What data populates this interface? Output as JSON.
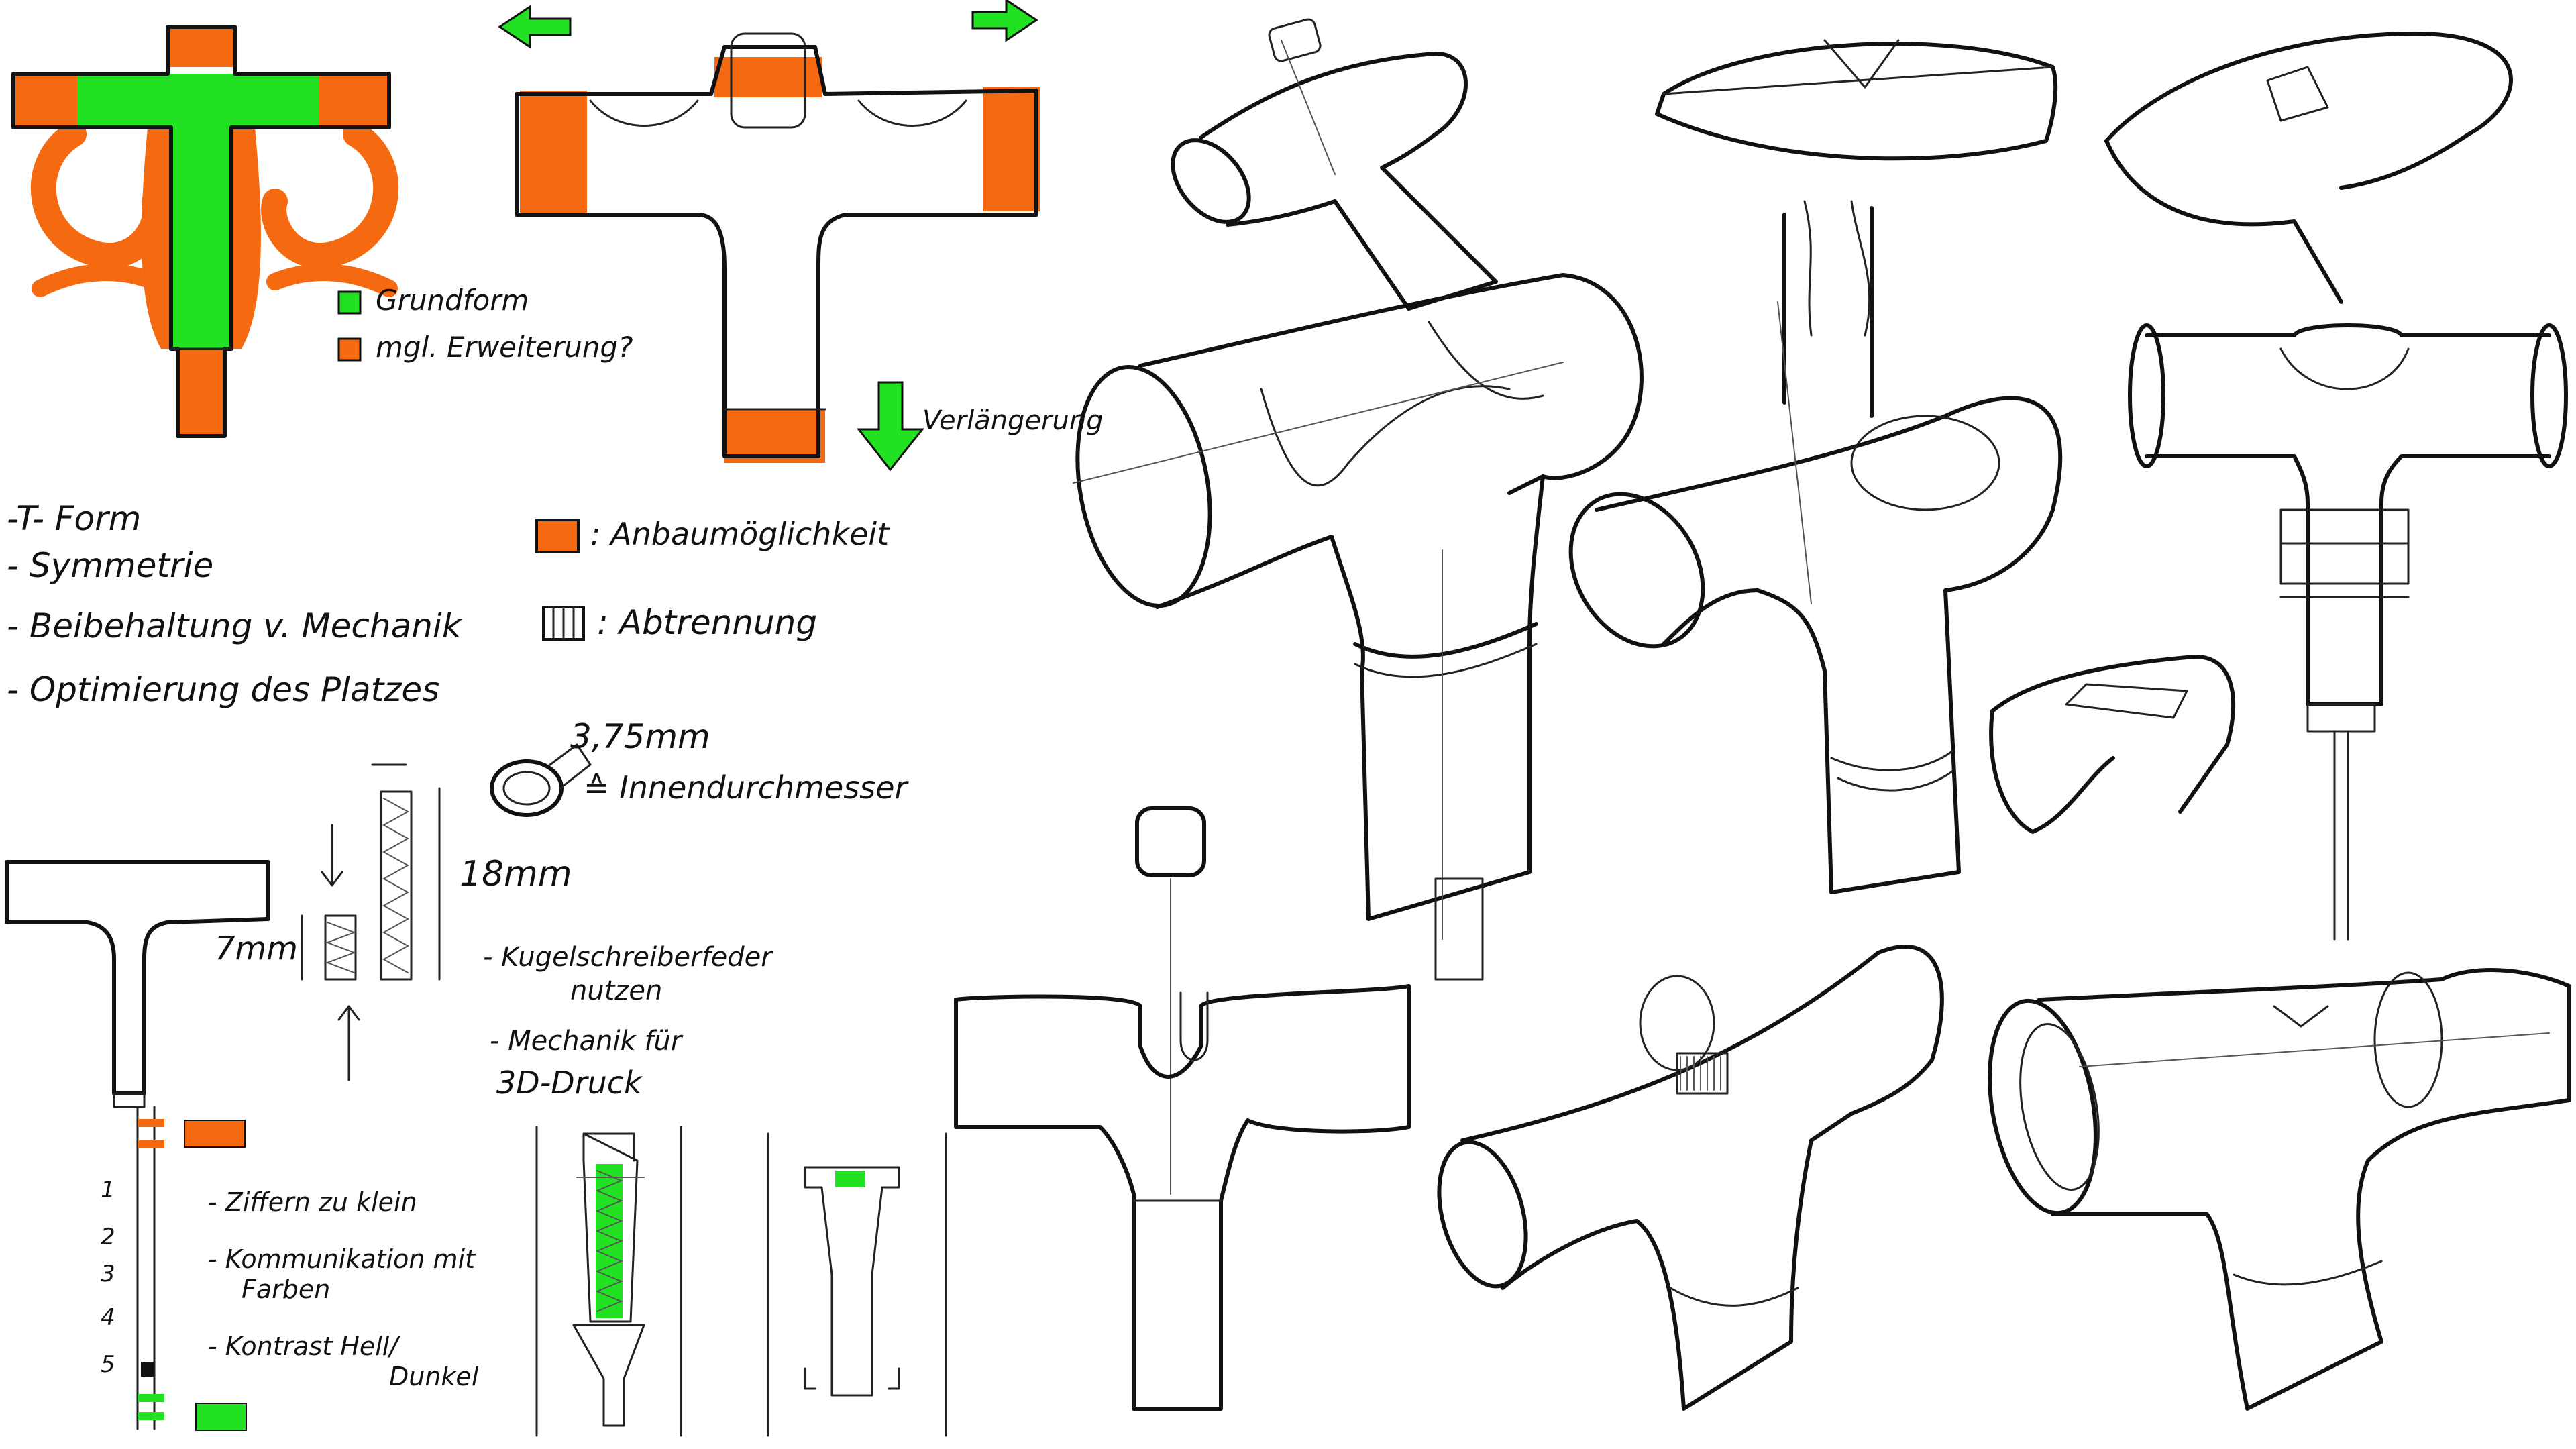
{
  "colors": {
    "ink": "#111111",
    "green": "#22e022",
    "orange": "#f56a10",
    "paper": "#ffffff"
  },
  "legend": {
    "green_label": "Grundform",
    "orange_label": "mgl. Erweiterung?"
  },
  "annotations": {
    "extension": "Verlängerung",
    "mount_legend": ": Anbaumöglichkeit",
    "separation_legend": ": Abtrennung",
    "inner_diameter_value": "3,75mm",
    "inner_diameter_label": "≙ Innendurchmesser",
    "height_18": "18mm",
    "height_7": "7mm",
    "spring_note_1": "- Kugelschreiberfeder",
    "spring_note_1b": "nutzen",
    "spring_note_2": "- Mechanik für",
    "spring_note_2b": "3D-Druck"
  },
  "requirements": [
    "-T- Form",
    "- Symmetrie",
    "- Beibehaltung v. Mechanik",
    "- Optimierung des Platzes"
  ],
  "scale_numbers": [
    "1",
    "2",
    "3",
    "4",
    "5"
  ],
  "scale_notes": [
    "- Ziffern zu klein",
    "- Kommunikation mit",
    "Farben",
    "- Kontrast Hell/",
    "Dunkel"
  ],
  "icons": [
    "arrow-left-icon",
    "arrow-right-icon",
    "arrow-down-icon",
    "arrow-down-thin-icon",
    "arrow-up-thin-icon"
  ]
}
